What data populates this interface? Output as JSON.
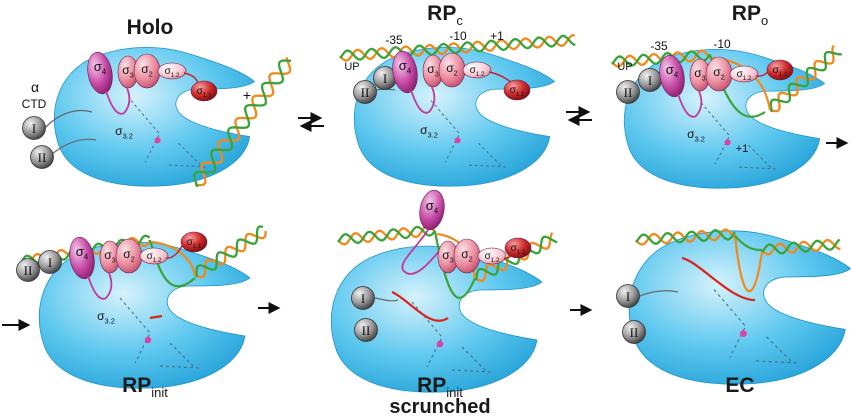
{
  "panels": {
    "holo": {
      "title": "Holo",
      "alpha": "α",
      "ctd": "CTD",
      "sigma4": "4",
      "sigma3": "3",
      "sigma2": "2",
      "sigma12": "1.2",
      "sigma11": "1.1",
      "sigma32": "3.2",
      "ctd1": "I",
      "ctd2": "II",
      "plus": "+"
    },
    "rpc": {
      "title": "RP",
      "sub": "c",
      "m35": "-35",
      "m10": "-10",
      "p1": "+1",
      "up": "UP",
      "sigma4": "4",
      "sigma3": "3",
      "sigma2": "2",
      "sigma12": "1.2",
      "sigma11": "1.1",
      "sigma32": "3.2",
      "ctd1": "I",
      "ctd2": "II"
    },
    "rpo": {
      "title": "RP",
      "sub": "o",
      "m35": "-35",
      "m10": "-10",
      "p1": "+1",
      "up": "UP",
      "sigma4": "4",
      "sigma3": "3",
      "sigma2": "2",
      "sigma12": "1.2",
      "sigma11": "1.1",
      "sigma32": "3.2",
      "ctd1": "I",
      "ctd2": "II"
    },
    "rpinit": {
      "title": "RP",
      "sub": "init",
      "sigma4": "4",
      "sigma3": "3",
      "sigma2": "2",
      "sigma12": "1.2",
      "sigma11": "1.1",
      "sigma32": "3.2",
      "ctd1": "I",
      "ctd2": "II"
    },
    "scrunched": {
      "title": "RP",
      "sub": "init",
      "line2": "scrunched",
      "sigma4": "4",
      "sigma3": "3",
      "sigma2": "2",
      "sigma12": "1.2",
      "sigma11": "1.1",
      "ctd1": "I",
      "ctd2": "II"
    },
    "ec": {
      "title": "EC",
      "ctd1": "I",
      "ctd2": "II"
    }
  },
  "sigma_letter": "σ",
  "colors": {
    "rnap": "#42bde8",
    "rnap_light": "#bfe9fa",
    "dna_orange": "#f08a1c",
    "dna_green": "#3aa33a",
    "sigma4": "#c2399e",
    "sigma_pink": "#e9849a",
    "sigma11": "#c81e2a",
    "rna_red": "#d8261b",
    "ctd_grey": "#8a8a8a"
  }
}
